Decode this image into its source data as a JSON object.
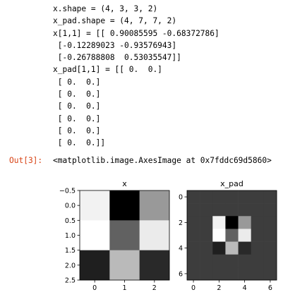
{
  "output": {
    "stream_lines": [
      "x.shape = (4, 3, 3, 2)",
      "x_pad.shape = (4, 7, 7, 2)",
      "x[1,1] = [[ 0.90085595 -0.68372786]",
      " [-0.12289023 -0.93576943]",
      " [-0.26788808  0.53035547]]",
      "x_pad[1,1] = [[ 0.  0.]",
      " [ 0.  0.]",
      " [ 0.  0.]",
      " [ 0.  0.]",
      " [ 0.  0.]",
      " [ 0.  0.]",
      " [ 0.  0.]]"
    ],
    "prompt": "Out[3]:",
    "result_text": "<matplotlib.image.AxesImage at 0x7fddc69d5860>"
  },
  "chart_data": [
    {
      "type": "heatmap",
      "title": "x",
      "cmap": "gray",
      "xticks": [
        "0",
        "1",
        "2"
      ],
      "yticks": [
        "−0.5",
        "0.0",
        "0.5",
        "1.0",
        "1.5",
        "2.0",
        "2.5"
      ],
      "grid": false,
      "values": [
        [
          0.95,
          0.0,
          0.6
        ],
        [
          1.0,
          0.38,
          0.92
        ],
        [
          0.12,
          0.73,
          0.16
        ]
      ]
    },
    {
      "type": "heatmap",
      "title": "x_pad",
      "cmap": "gray",
      "xticks": [
        "0",
        "2",
        "4",
        "6"
      ],
      "yticks": [
        "0",
        "2",
        "4",
        "6"
      ],
      "grid": false,
      "values": [
        [
          0.24,
          0.24,
          0.24,
          0.24,
          0.24,
          0.24,
          0.24
        ],
        [
          0.24,
          0.24,
          0.24,
          0.24,
          0.24,
          0.24,
          0.24
        ],
        [
          0.24,
          0.24,
          0.95,
          0.0,
          0.6,
          0.24,
          0.24
        ],
        [
          0.24,
          0.24,
          1.0,
          0.38,
          0.92,
          0.24,
          0.24
        ],
        [
          0.24,
          0.24,
          0.12,
          0.73,
          0.16,
          0.24,
          0.24
        ],
        [
          0.24,
          0.24,
          0.24,
          0.24,
          0.24,
          0.24,
          0.24
        ],
        [
          0.24,
          0.24,
          0.24,
          0.24,
          0.24,
          0.24,
          0.24
        ]
      ]
    }
  ]
}
